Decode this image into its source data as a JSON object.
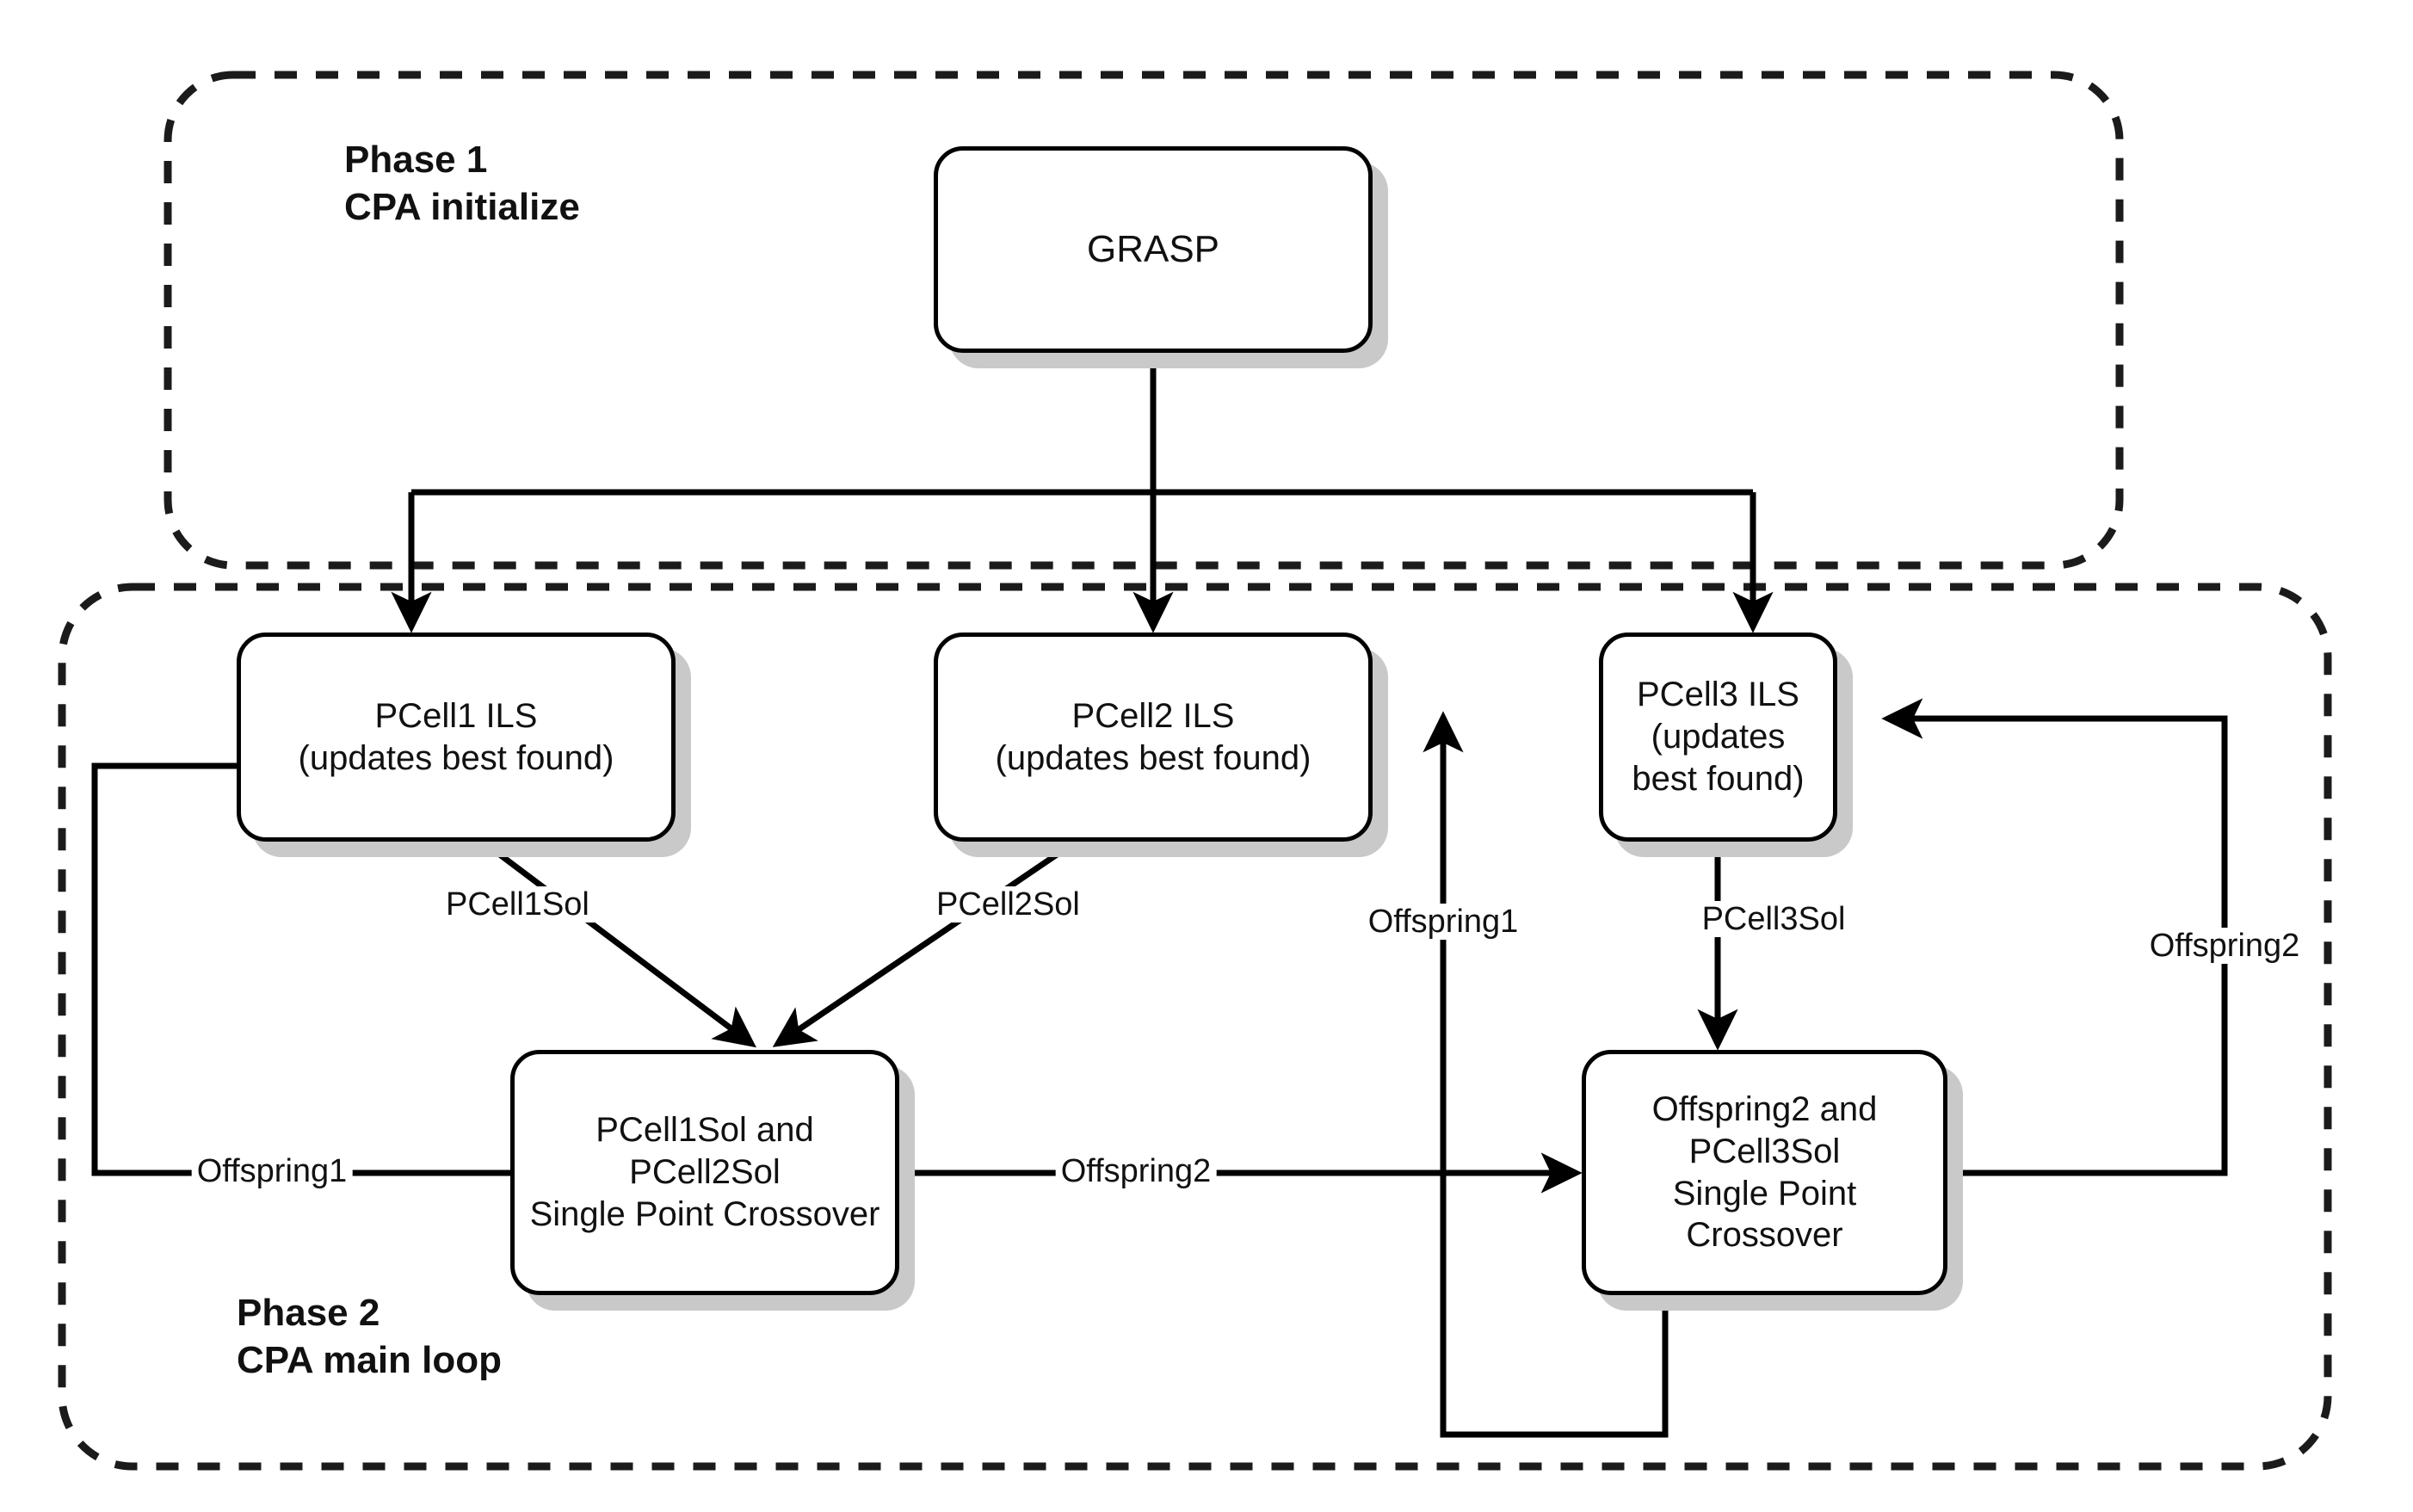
{
  "diagram": {
    "title": "CPA algorithm flow",
    "colors": {
      "stroke": "#000000",
      "fill": "#ffffff",
      "shadow": "#c9c9c9",
      "text": "#111111"
    },
    "phases": [
      {
        "id": "phase1",
        "label": "Phase 1\nCPA initialize"
      },
      {
        "id": "phase2",
        "label": "Phase 2\nCPA main loop"
      }
    ],
    "nodes": [
      {
        "id": "grasp",
        "label": "GRASP"
      },
      {
        "id": "pcell1",
        "label": "PCell1 ILS\n(updates best found)"
      },
      {
        "id": "pcell2",
        "label": "PCell2 ILS\n(updates best found)"
      },
      {
        "id": "pcell3",
        "label": "PCell3 ILS\n(updates best found)"
      },
      {
        "id": "crossover1",
        "label": "PCell1Sol and PCell2Sol\nSingle Point Crossover"
      },
      {
        "id": "crossover2",
        "label": "Offspring2 and PCell3Sol\nSingle Point Crossover"
      }
    ],
    "edge_labels": [
      {
        "id": "pcell1sol",
        "text": "PCell1Sol"
      },
      {
        "id": "pcell2sol",
        "text": "PCell2Sol"
      },
      {
        "id": "pcell3sol",
        "text": "PCell3Sol"
      },
      {
        "id": "offspring1-up",
        "text": "Offspring1"
      },
      {
        "id": "offspring1-left",
        "text": "Offspring1"
      },
      {
        "id": "offspring2-mid",
        "text": "Offspring2"
      },
      {
        "id": "offspring2-right",
        "text": "Offspring2"
      }
    ]
  }
}
